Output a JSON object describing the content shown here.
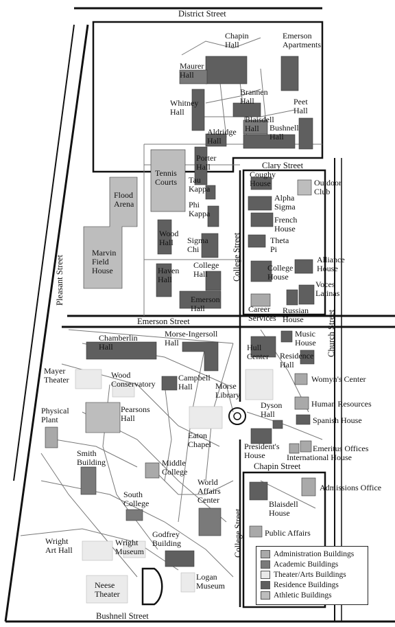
{
  "streets": {
    "district": "District Street",
    "clary": "Clary Street",
    "emerson": "Emerson Street",
    "chapin": "Chapin Street",
    "bushnell": "Bushnell Street",
    "pleasant": "Pleasant Street",
    "college_upper": "College Street",
    "college_lower": "College Street",
    "church": "Church Street"
  },
  "colors": {
    "administration": "#a9a9a9",
    "academic": "#7a7a7a",
    "theater_arts": "#e9e9e9",
    "residence": "#5f5f5f",
    "athletic": "#bdbdbd"
  },
  "legend": {
    "administration": "Administration Buildings",
    "academic": "Academic Buildings",
    "theater_arts": "Theater/Arts Buildings",
    "residence": "Residence Buildings",
    "athletic": "Athletic Buildings"
  },
  "buildings": {
    "chapin_hall": "Chapin\nHall",
    "emerson_apartments": "Emerson\nApartments",
    "maurer_hall": "Maurer\nHall",
    "whitney_hall": "Whitney\nHall",
    "brannen_hall": "Brannen\nHall",
    "peet_hall": "Peet\nHall",
    "blaisdell_hall": "Blaisdell\nHall",
    "bushnell_hall": "Bushnell\nHall",
    "aldridge_hall": "Aldridge\nHall",
    "porter_hall": "Porter\nHall",
    "tennis_courts": "Tennis\nCourts",
    "tau_kappa": "Tau\nKappa",
    "flood_arena": "Flood\nArena",
    "phi_kappa": "Phi\nKappa",
    "wood_hall": "Wood\nHall",
    "sigma_chi": "Sigma\nChi",
    "marvin_field_house": "Marvin\nField\nHouse",
    "haven_hall": "Haven\nHall",
    "college_hall": "College\nHall",
    "emerson_hall": "Emerson\nHall",
    "coughy_house": "Coughy\nHouse",
    "outdoor_club": "Outdoor\nClub",
    "alpha_sigma": "Alpha\nSigma",
    "french_house": "French\nHouse",
    "theta_pi": "Theta\nPi",
    "college_house": "College\nHouse",
    "alliance_house": "Alliance\nHouse",
    "voces_latinas": "Voces\nLatinas",
    "career_services": "Career\nServices",
    "russian_house": "Russian\nHouse",
    "chamberlin_hall": "Chamberlin\nHall",
    "morse_ingersoll_hall": "Morse-Ingersoll\nHall",
    "hull_center": "Hull\nCenter",
    "music_house": "Music\nHouse",
    "residence_hall": "Residence\nHall",
    "mayer_theater": "Mayer\nTheater",
    "wood_conservatory": "Wood\nConservatory",
    "campbell_hall": "Campbell\nHall",
    "morse_library": "Morse\nLibrary",
    "womyns_center": "Womyn's Center",
    "physical_plant": "Physical\nPlant",
    "pearsons_hall": "Pearsons\nHall",
    "dyson_hall": "Dyson\nHall",
    "human_resources": "Human Resources",
    "spanish_house": "Spanish House",
    "eaton_chapel": "Eaton\nChapel",
    "presidents_house": "President's\nHouse",
    "emeritus_offices": "Emeritus Offices",
    "international_house": "International House",
    "smith_building": "Smith\nBuilding",
    "middle_college": "Middle\nCollege",
    "admissions_office": "Admissions Office",
    "world_affairs_center": "World\nAffairs\nCenter",
    "south_college": "South\nCollege",
    "blaisdell_house": "Blaisdell\nHouse",
    "public_affairs": "Public Affairs",
    "wright_art_hall": "Wright\nArt Hall",
    "wright_museum": "Wright\nMuseum",
    "godfrey_building": "Godfrey\nBuilding",
    "logan_museum": "Logan\nMuseum",
    "neese_theater": "Neese\nTheater"
  }
}
